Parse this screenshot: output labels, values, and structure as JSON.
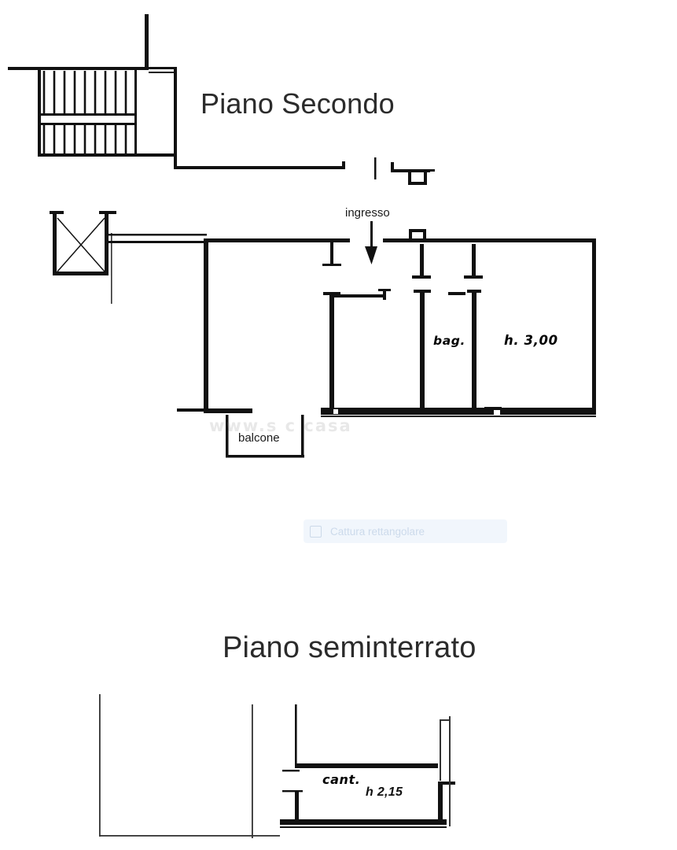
{
  "document": {
    "kind": "floor-plan-scan",
    "background_color": "#ffffff",
    "ink_color": "#000000"
  },
  "floors": [
    {
      "id": "piano-secondo",
      "title": "Piano Secondo",
      "labels": [
        {
          "id": "ingresso",
          "text": "ingresso",
          "style": "sans"
        },
        {
          "id": "balcone",
          "text": "balcone",
          "style": "sans"
        },
        {
          "id": "bagno",
          "text": "bag.",
          "style": "draft"
        },
        {
          "id": "altezza",
          "text": "h. 3,00",
          "style": "draft"
        }
      ]
    },
    {
      "id": "piano-seminterrato",
      "title": "Piano seminterrato",
      "labels": [
        {
          "id": "cantina",
          "text": "cant.",
          "style": "draft"
        },
        {
          "id": "altezza-cantina",
          "text": "h 2,15",
          "style": "draft"
        }
      ]
    }
  ],
  "annotations": {
    "ingresso_label": "ingresso",
    "balcone_label": "balcone",
    "bagno_label": "bag.",
    "height_second_floor": "h. 3,00",
    "cantina_label": "cant.",
    "height_basement": "h 2,15"
  },
  "titles": {
    "second_floor": "Piano Secondo",
    "basement": "Piano seminterrato"
  },
  "watermark": {
    "text": "www.s    c   casa",
    "opacity": "0.17"
  },
  "snip_tool_ghost": {
    "label": "Cattura rettangolare",
    "icon": "rectangle-snip-icon",
    "background_color": "#e1ecf8",
    "text_color": "#96b2d2"
  }
}
